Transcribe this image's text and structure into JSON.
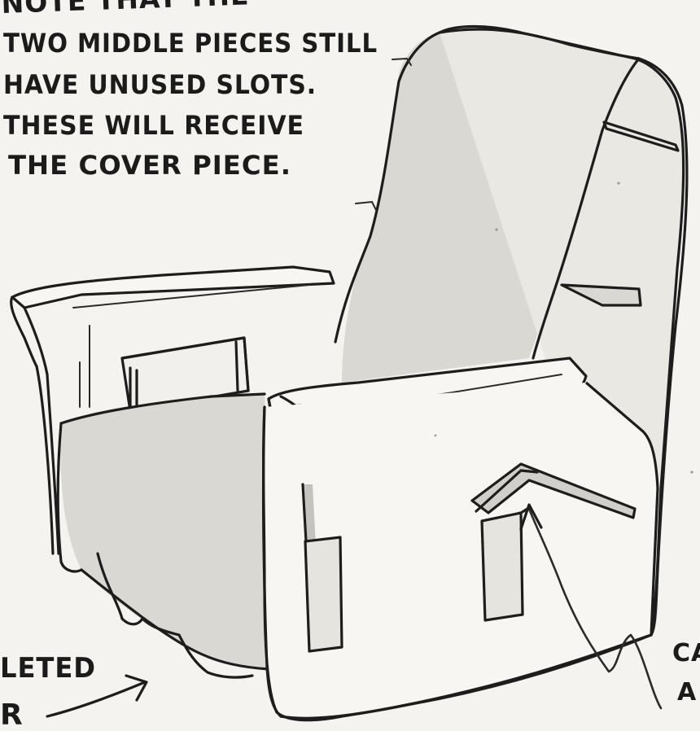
{
  "note": {
    "lines": [
      "NOTE THAT THE",
      "TWO MIDDLE PIECES STILL",
      "HAVE UNUSED SLOTS.",
      "THESE WILL RECEIVE",
      "THE COVER PIECE."
    ]
  },
  "left_label": {
    "lines": [
      "LETED",
      "R"
    ]
  },
  "right_label": {
    "lines": [
      "CA",
      "A"
    ]
  },
  "colors": {
    "ink": "#1d1d1d",
    "paper": "#f4f3ef",
    "shade": "#d9d8d3"
  }
}
